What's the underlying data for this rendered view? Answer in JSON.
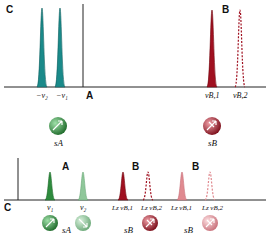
{
  "diagram": {
    "labels": [
      "C",
      "B",
      "A",
      "−ν₂",
      "−ν₁",
      "νB,1",
      "νB,2",
      "sA",
      "sB",
      "A",
      "B",
      "B",
      "C",
      "ν₁",
      "ν₂",
      "Lz νB,1",
      "Lz νB,2",
      "Lz νB,1",
      "Lz νB,2",
      "sA",
      "sB",
      "sB"
    ]
  }
}
